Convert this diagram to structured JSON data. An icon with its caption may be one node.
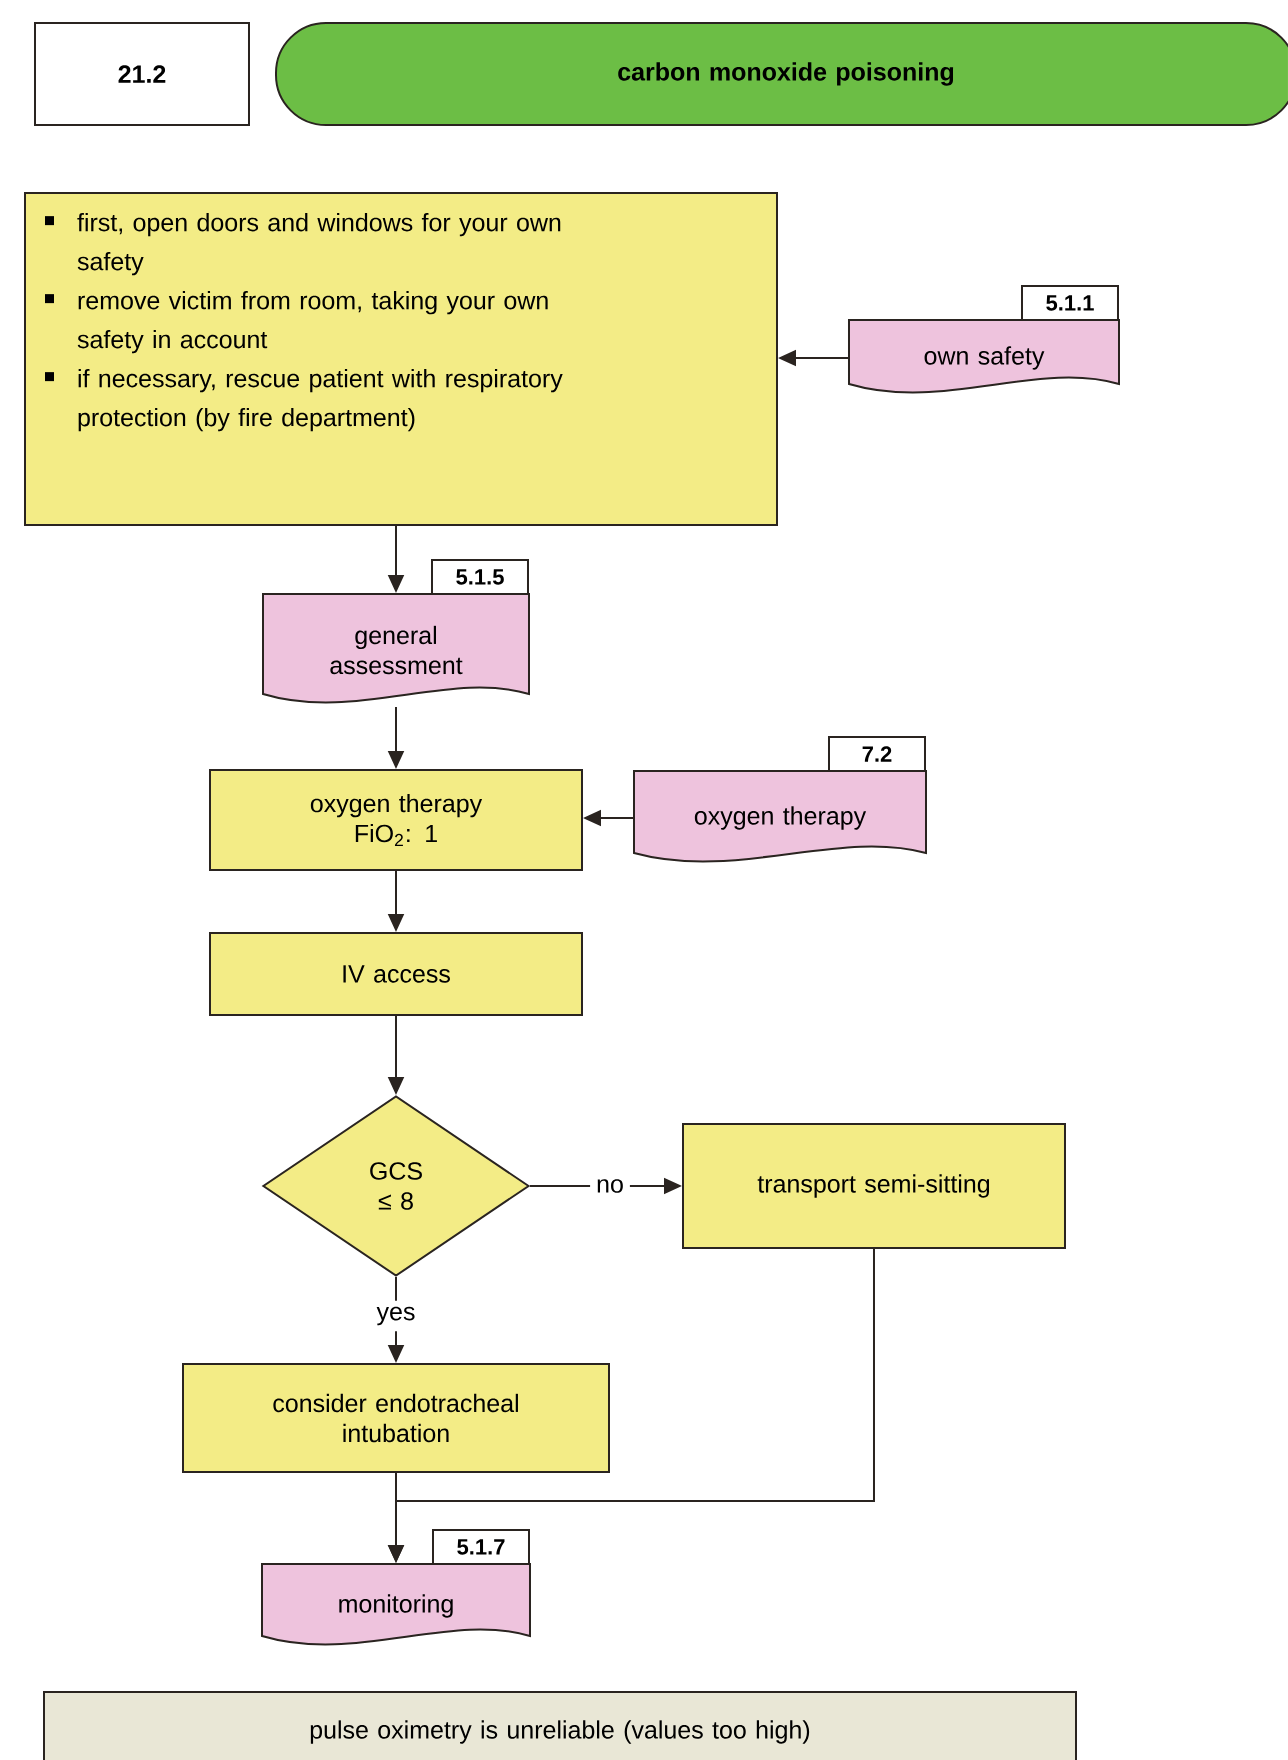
{
  "diagram": {
    "nodes": [
      {
        "text": [
          "21.2"
        ]
      },
      {
        "text": [
          "carbon monoxide poisoning"
        ]
      },
      {
        "text": [
          "first, open doors and windows for your own safety",
          "remove victim from room, taking your own safety in account",
          "if necessary, rescue patient with respiratory protection (by fire department)"
        ]
      },
      {
        "text": [
          "own safety"
        ],
        "beside": [
          "5.1.1"
        ]
      },
      {
        "text": [
          "general assessment"
        ],
        "beside": [
          "5.1.5"
        ]
      },
      {
        "text": [
          "oxygen therapy FiO$_{2}$: 1"
        ]
      },
      {
        "text": [
          "oxygen therapy"
        ],
        "beside": [
          "7.2"
        ]
      },
      {
        "text": [
          "IV access"
        ]
      },
      {
        "text": [
          "GCS ≤ 8"
        ]
      },
      {
        "text": [
          "transport semi-sitting"
        ]
      },
      {
        "text": [
          "consider endotracheal intubation"
        ]
      },
      {
        "text": [
          "monitoring"
        ],
        "beside": [
          "5.1.7"
        ]
      },
      {
        "text": [
          "pulse oximetry is unreliable (values too high)"
        ]
      }
    ],
    "edges": [
      {
        "from": 3,
        "to": 2,
        "arrow": "to"
      },
      {
        "from": 2,
        "to": 4,
        "arrow": "to"
      },
      {
        "from": 4,
        "to": 5,
        "arrow": "to"
      },
      {
        "from": 6,
        "to": 5,
        "arrow": "to"
      },
      {
        "from": 5,
        "to": 7,
        "arrow": "to"
      },
      {
        "from": 7,
        "to": 8,
        "arrow": "to"
      },
      {
        "from": 8,
        "to": 9,
        "arrow": "to",
        "label": "no"
      },
      {
        "from": 8,
        "to": 10,
        "arrow": "to",
        "label": "yes"
      },
      {
        "from": 10,
        "to": 11,
        "arrow": "to"
      },
      {
        "from": 9,
        "to": 11,
        "arrow": "to"
      }
    ]
  }
}
